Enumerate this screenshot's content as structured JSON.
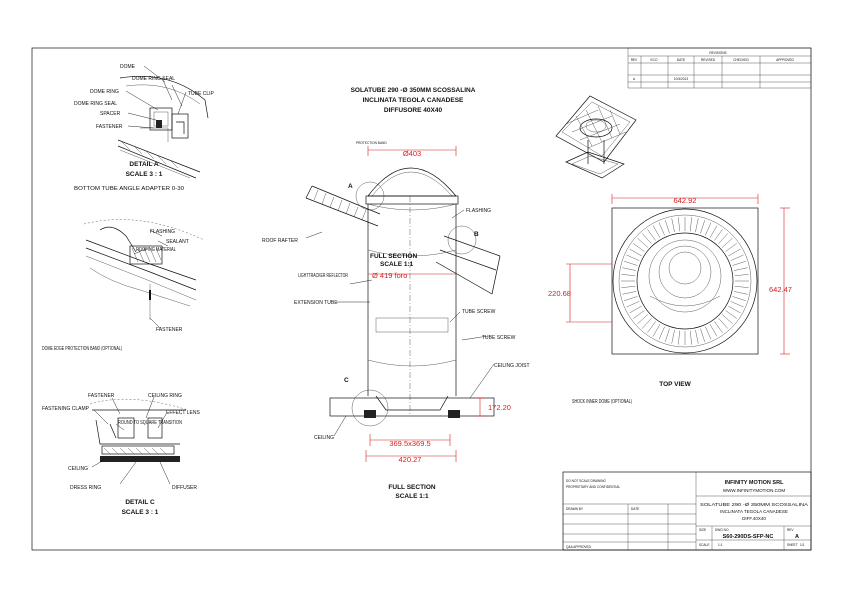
{
  "revisions": {
    "title": "REVISIONS",
    "headers": [
      "REV",
      "ECO",
      "DATE",
      "REVISED",
      "CHECKED",
      "APPROVED"
    ],
    "row": [
      "A",
      "",
      "10/4/2013",
      "",
      "",
      ""
    ]
  },
  "main_title": [
    "SOLATUBE 290 -Ø 350MM SCOSSALINA",
    "INCLINATA TEGOLA CANADESE",
    "DIFFUSORE 40X40"
  ],
  "detail_a": {
    "labels": [
      "DOME",
      "DOME RING SEAL",
      "DOME RING",
      "DOME RING SEAL",
      "TUBE CLIP",
      "SPACER",
      "FASTENER"
    ],
    "letter": "A",
    "caption": "DETAIL A",
    "scale": "SCALE 3 : 1",
    "note": "BOTTOM TUBE ANGLE ADAPTER 0-30"
  },
  "detail_b": {
    "labels": [
      "FLASHING",
      "SEALANT",
      "ROOFING MATERIAL",
      "FASTENER"
    ],
    "note": "DOME EDGE PROTECTION BAND (OPTIONAL)"
  },
  "detail_c": {
    "labels": [
      "FASTENER",
      "FASTENING CLAMP",
      "CEILING RING",
      "ROUND TO SQUARE TRANSITION",
      "EFFECT LENS",
      "CEILING",
      "DRESS RING",
      "DIFFUSER"
    ],
    "caption": "DETAIL C",
    "scale": "SCALE 3 : 1"
  },
  "section": {
    "labels": [
      "ROOF RAFTER",
      "FLASHING",
      "LIGHTTRACKER REFLECTOR",
      "EXTENSION TUBE",
      "TUBE SCREW",
      "TUBE SCREW",
      "CEILING JOIST",
      "CEILING"
    ],
    "callouts": [
      "A",
      "B",
      "C"
    ],
    "dims": [
      "Ø403",
      "Ø 419 foro",
      "172.20",
      "369.5x369.5",
      "420.27"
    ],
    "caption": "FULL SECTION",
    "scale": "SCALE 1:1",
    "mid_caption": "FULL SECTION",
    "mid_scale": "SCALE 1:1",
    "top_note": "PROTECTION BAND"
  },
  "top_view": {
    "dims": [
      "642.92",
      "642.47",
      "220.68"
    ],
    "caption": "TOP VIEW",
    "note": "SHOCK INNER DOME (OPTIONAL)"
  },
  "title_block": {
    "company": "INFINITY MOTION SRL",
    "website": "WWW.INFINITYMOTION.COM",
    "title_lines": [
      "SOLATUBE 290 -Ø 350MM SCOSSALINA",
      "INCLINATA TEGOLA CANADESE",
      "DIFF.40X40"
    ],
    "dwg_no": "S60-290DS-SFP-NC",
    "rev": "A",
    "size_label": "SIZE",
    "rev_label": "REV",
    "dwg_label": "DWG NO",
    "drawn_label": "DRAWN BY",
    "date_label": "DATE",
    "scale_label": "SCALE",
    "sheet_label": "SHEET",
    "scale_value": "1:1",
    "sheet_value": "1/1",
    "small_notes": [
      "DO NOT SCALE DRAWING",
      "PROPRIETARY AND CONFIDENTIAL",
      "Q&A APPROVED"
    ]
  }
}
